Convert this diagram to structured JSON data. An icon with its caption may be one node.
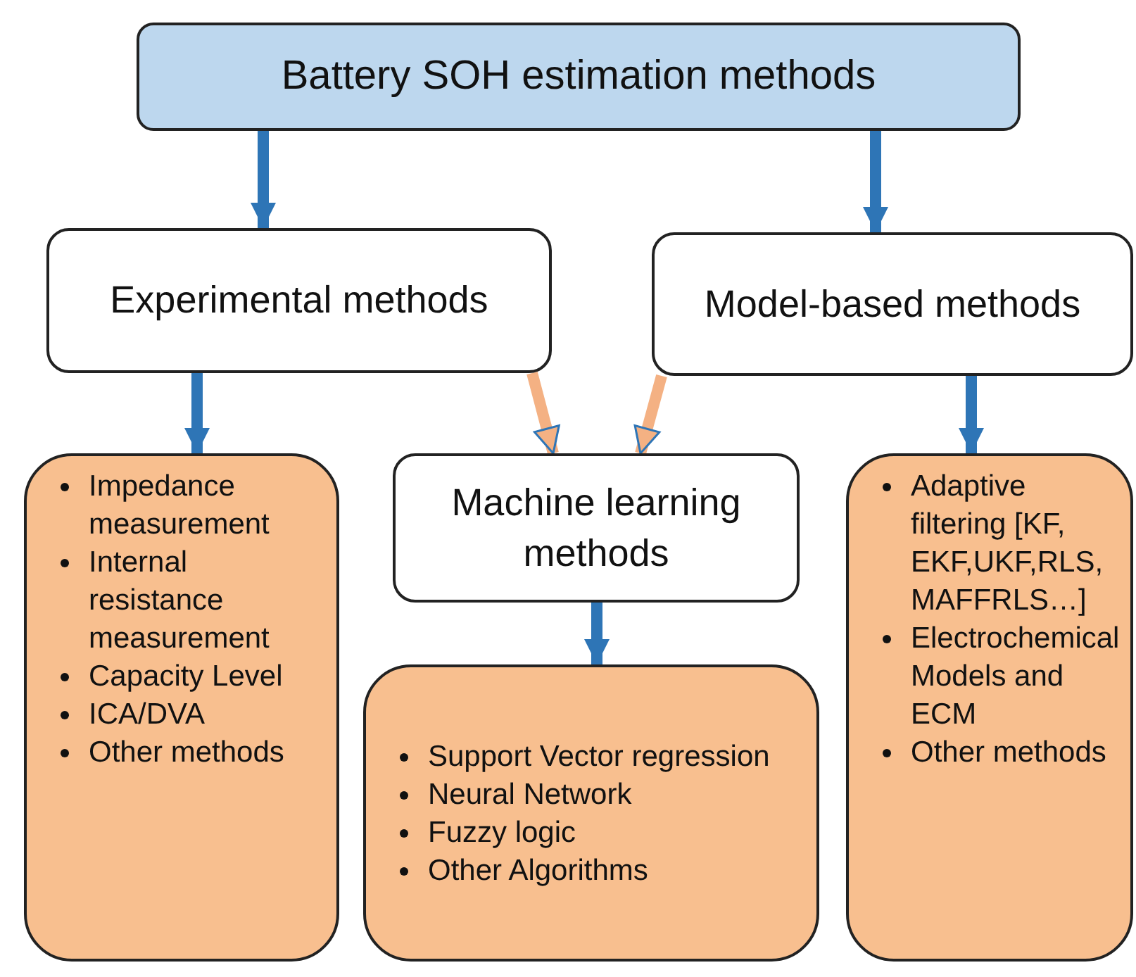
{
  "diagram": {
    "nodes": [
      {
        "text": [
          "Battery SOH estimation methods"
        ]
      },
      {
        "text": [
          "Experimental methods"
        ]
      },
      {
        "text": [
          "Model-based methods"
        ]
      },
      {
        "text": [
          "Impedance measurement",
          "Internal resistance measurement",
          "Capacity Level",
          "ICA/DVA",
          "Other methods"
        ]
      },
      {
        "text": [
          "Machine learning methods"
        ]
      },
      {
        "text": [
          "Adaptive filtering [KF, EKF,UKF,RLS, MAFFRLS…]",
          "Electrochemical Models and ECM",
          "Other methods"
        ]
      },
      {
        "text": [
          "Support Vector regression",
          "Neural Network",
          "Fuzzy logic",
          "Other Algorithms"
        ]
      }
    ],
    "edges": [
      {
        "from": 0,
        "to": 1,
        "arrow": "to"
      },
      {
        "from": 0,
        "to": 2,
        "arrow": "to"
      },
      {
        "from": 1,
        "to": 3,
        "arrow": "to"
      },
      {
        "from": 1,
        "to": 4,
        "arrow": "to",
        "color": "#f4b183"
      },
      {
        "from": 2,
        "to": 4,
        "arrow": "to",
        "color": "#f4b183"
      },
      {
        "from": 2,
        "to": 5,
        "arrow": "to"
      },
      {
        "from": 4,
        "to": 6,
        "arrow": "to"
      }
    ]
  }
}
